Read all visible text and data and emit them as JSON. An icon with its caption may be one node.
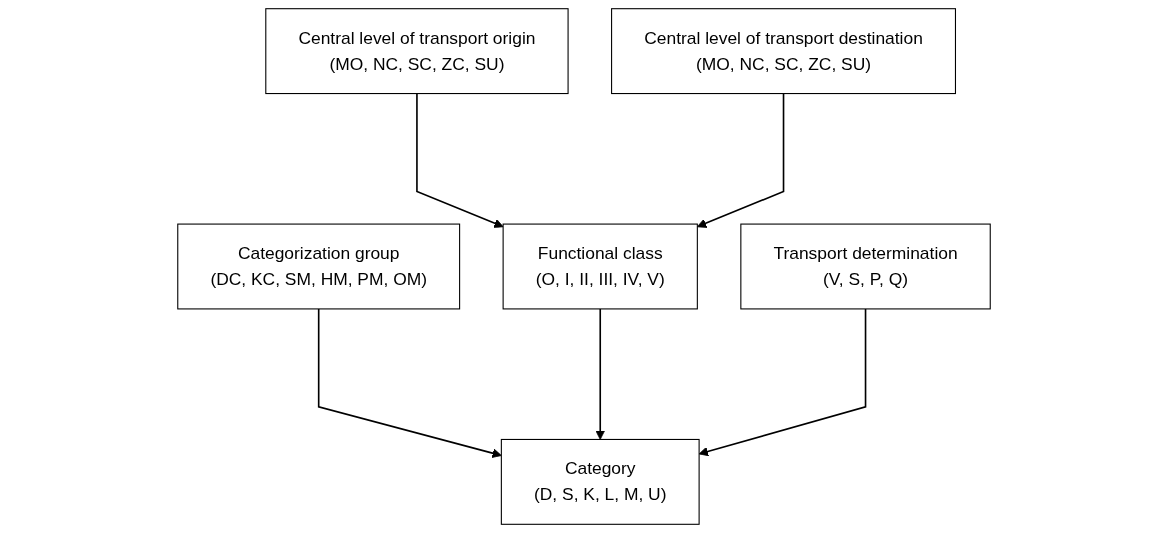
{
  "diagram": {
    "nodes": [
      {
        "text": [
          "Central level of transport origin",
          "(MO, NC, SC, ZC, SU)"
        ]
      },
      {
        "text": [
          "Central level of transport destination",
          "(MO, NC, SC, ZC, SU)"
        ]
      },
      {
        "text": [
          "Categorization group",
          "(DC, KC, SM, HM, PM, OM)"
        ]
      },
      {
        "text": [
          "Functional class",
          "(O, I, II, III, IV, V)"
        ]
      },
      {
        "text": [
          "Transport determination",
          "(V, S, P, Q)"
        ]
      },
      {
        "text": [
          "Category",
          "(D, S, K, L, M, U)"
        ]
      }
    ],
    "edges": [
      {
        "from": 0,
        "to": 3,
        "arrow": "to"
      },
      {
        "from": 1,
        "to": 3,
        "arrow": "to"
      },
      {
        "from": 2,
        "to": 5,
        "arrow": "to"
      },
      {
        "from": 3,
        "to": 5,
        "arrow": "to"
      },
      {
        "from": 4,
        "to": 5,
        "arrow": "to"
      }
    ]
  }
}
